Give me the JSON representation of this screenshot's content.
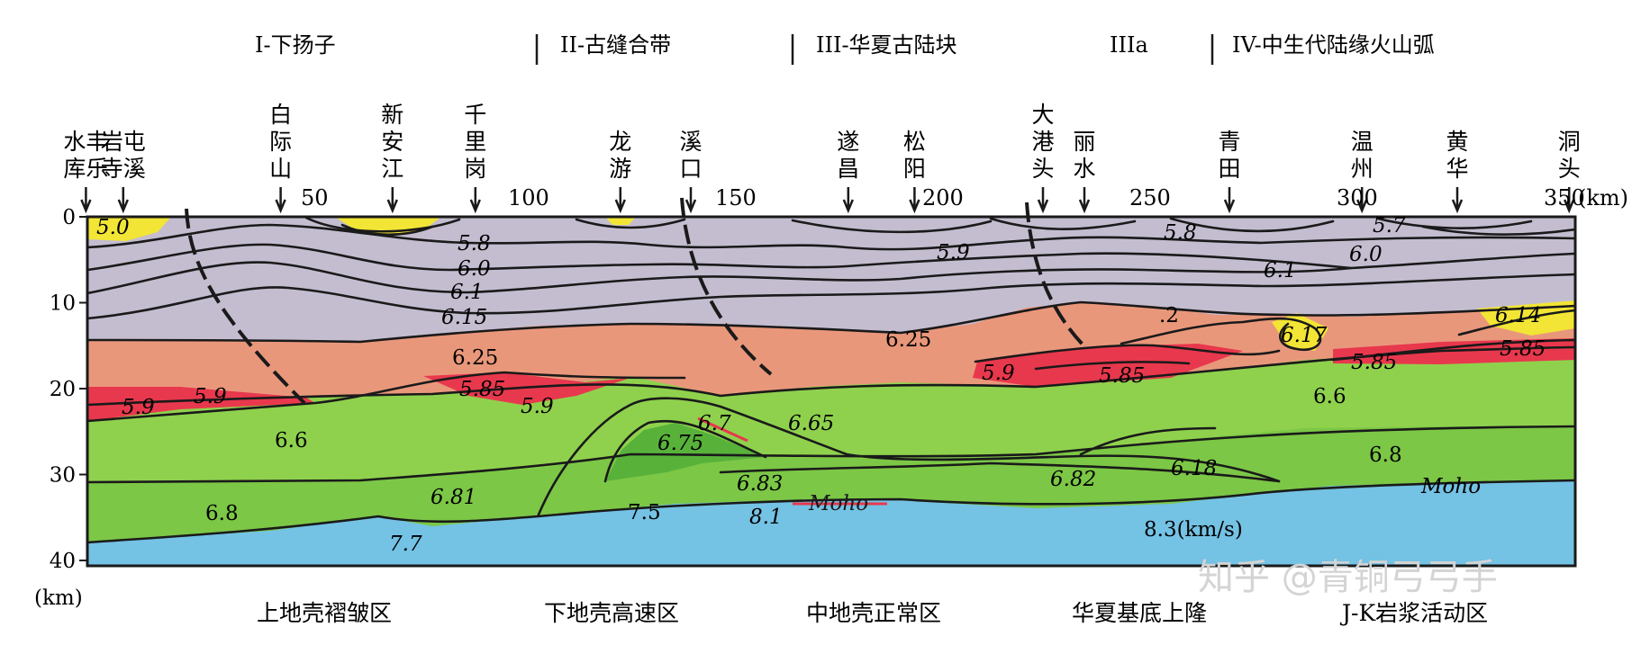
{
  "zones": [
    "I-下扬子",
    "II-古缝合带",
    "III-华夏古陆块",
    "IIIa",
    "IV-中生代陆缘火山弧"
  ],
  "stations": [
    {
      "lines": [
        "水丰",
        "库乐"
      ],
      "km": -1
    },
    {
      "lines": [
        "岩屯",
        "寺溪"
      ],
      "km": 8
    },
    {
      "lines": [
        "白",
        "际",
        "山"
      ],
      "km": 46
    },
    {
      "lines": [
        "新",
        "安",
        "江"
      ],
      "km": 73
    },
    {
      "lines": [
        "千",
        "里",
        "岗"
      ],
      "km": 93
    },
    {
      "lines": [
        "龙",
        "游"
      ],
      "km": 128
    },
    {
      "lines": [
        "溪",
        "口"
      ],
      "km": 145
    },
    {
      "lines": [
        "遂",
        "昌"
      ],
      "km": 183
    },
    {
      "lines": [
        "松",
        "阳"
      ],
      "km": 199
    },
    {
      "lines": [
        "大",
        "港",
        "头"
      ],
      "km": 230
    },
    {
      "lines": [
        "丽",
        "水"
      ],
      "km": 240
    },
    {
      "lines": [
        "青",
        "田"
      ],
      "km": 275
    },
    {
      "lines": [
        "温",
        "州"
      ],
      "km": 307
    },
    {
      "lines": [
        "黄",
        "华"
      ],
      "km": 330
    },
    {
      "lines": [
        "洞",
        "头"
      ],
      "km": 357
    }
  ],
  "distance_ticks": [
    "50",
    "100",
    "150",
    "200",
    "250",
    "300",
    "350"
  ],
  "distance_unit": "(km)",
  "depth_ticks": [
    "0",
    "10",
    "20",
    "30",
    "40"
  ],
  "depth_unit": "(km)",
  "velocity_labels": [
    "5.0",
    "5.8",
    "6.0",
    "6.1",
    "6.15",
    "5.9",
    "5.8",
    "6.0",
    "6.1",
    "5.7",
    "6.25",
    "6.25",
    ".2",
    "6.17",
    "6.14",
    "5.85",
    "5.85",
    "5.9",
    "5.9",
    "5.85",
    "5.9",
    "5.9",
    "5.85",
    "6.6",
    "6.6",
    "6.65",
    "6.7",
    "6.75",
    "6.8",
    "6.81",
    "6.83",
    "6.82",
    "6.18",
    "6.8",
    "7.7",
    "7.5",
    "8.1",
    "8.3(km/s)"
  ],
  "moho_labels": [
    "Moho",
    "Moho"
  ],
  "bottom_labels": [
    "上地壳褶皱区",
    "下地壳高速区",
    "中地壳正常区",
    "华夏基底上隆",
    "J-K岩浆活动区"
  ],
  "watermark": "知乎 @青铜弓弓手",
  "colors": {
    "upper_crust": "#c4bdd0",
    "salmon_layer": "#e9977b",
    "low_velocity": "#e8384d",
    "yellow_basin": "#f2e535",
    "middle_crust": "#8fd14d",
    "lower_crust": "#7cc746",
    "high_velocity_core": "#58b23a",
    "mantle": "#74c2e4",
    "moho_line": "#e8384d",
    "line": "#1a1a1a"
  }
}
